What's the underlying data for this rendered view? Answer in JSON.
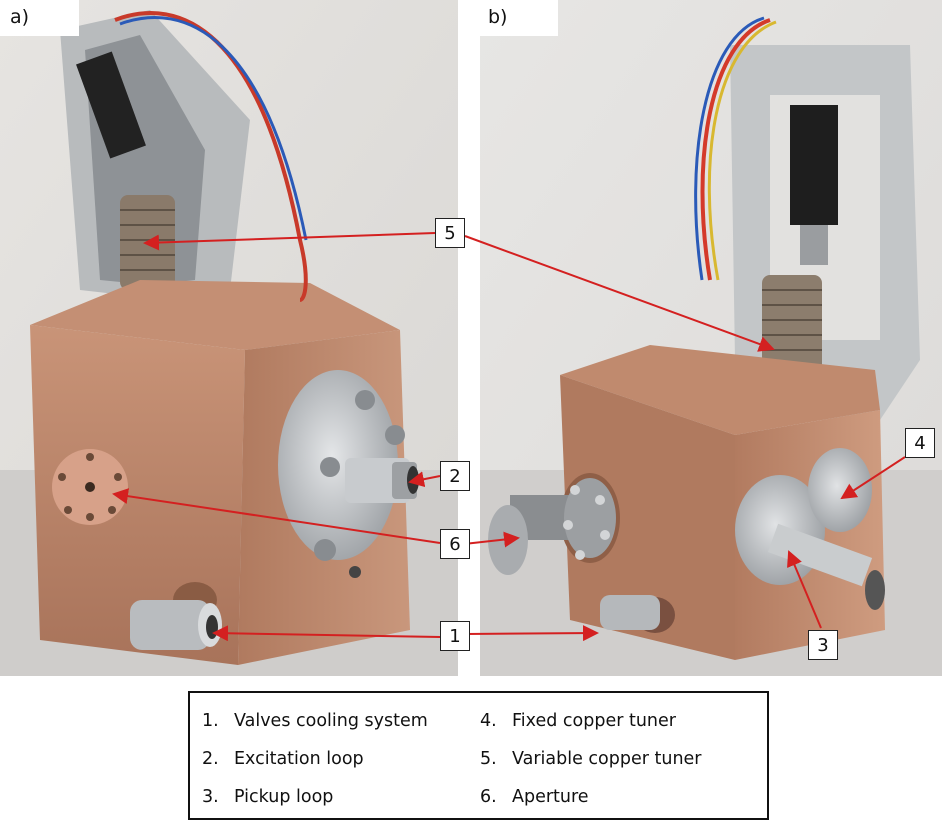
{
  "panels": {
    "a": {
      "label": "a)"
    },
    "b": {
      "label": "b)"
    }
  },
  "callouts": {
    "c5": "5",
    "c2": "2",
    "c6": "6",
    "c1": "1",
    "c4": "4",
    "c3": "3"
  },
  "legend": {
    "items": [
      {
        "num": "1.",
        "text": "Valves cooling system"
      },
      {
        "num": "2.",
        "text": "Excitation loop"
      },
      {
        "num": "3.",
        "text": "Pickup loop"
      },
      {
        "num": "4.",
        "text": "Fixed copper tuner"
      },
      {
        "num": "5.",
        "text": "Variable copper tuner"
      },
      {
        "num": "6.",
        "text": "Aperture"
      }
    ]
  },
  "colors": {
    "arrow": "#d42020",
    "copper": "#c08a6e",
    "steel": "#b9bcbf",
    "background": "#e9e8e6"
  }
}
